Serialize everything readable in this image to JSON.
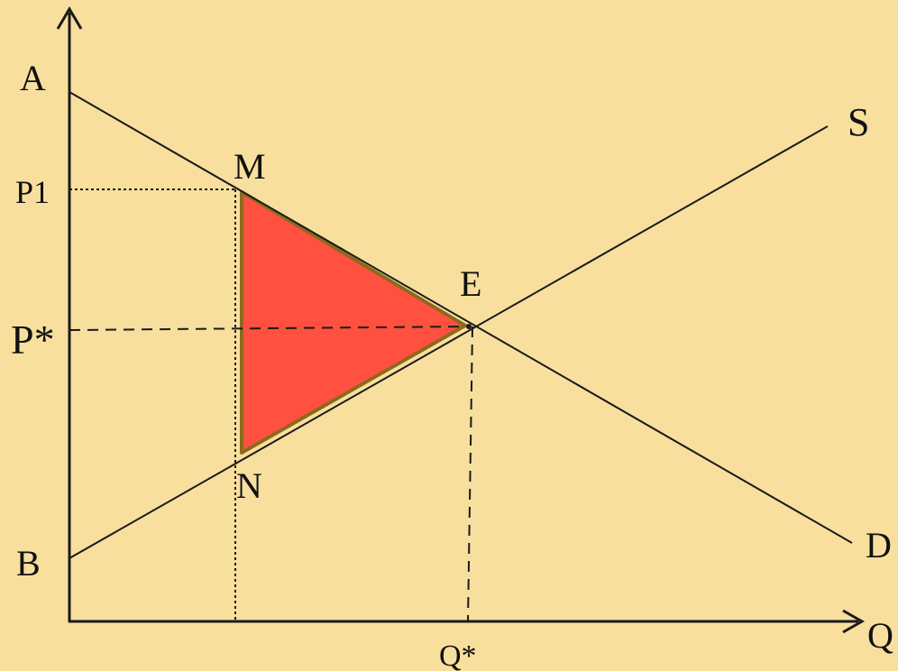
{
  "labels": {
    "a": "A",
    "b": "B",
    "p1": "P1",
    "p_star": "P*",
    "q_star": "Q*",
    "q": "Q",
    "s": "S",
    "d": "D",
    "m": "M",
    "e": "E",
    "n": "N"
  },
  "colors": {
    "background": "#F8DF9E",
    "deadweight_fill": "#FF5040",
    "deadweight_stroke": "#8C6A1C",
    "line": "#1A1A1A"
  }
}
